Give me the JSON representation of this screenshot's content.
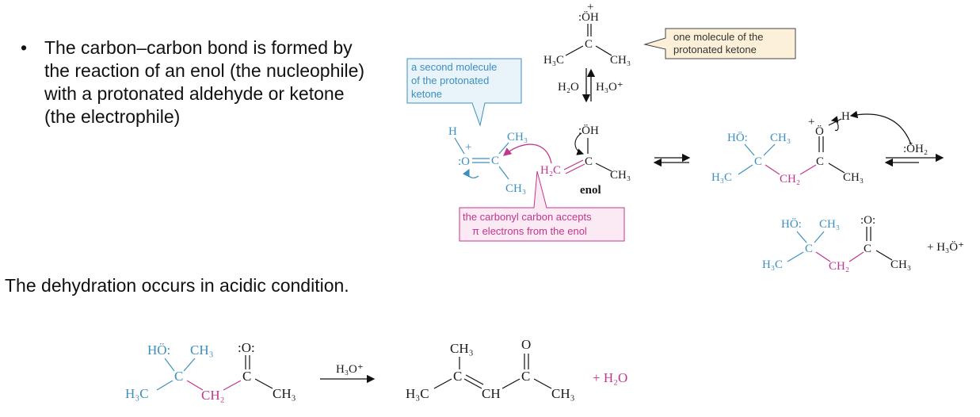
{
  "bullet": {
    "symbol": "•",
    "text": "The carbon–carbon bond is formed by the reaction of an enol (the nucleophile) with a protonated aldehyde or ketone (the electrophile)"
  },
  "dehydration_statement": "The dehydration occurs in acidic condition.",
  "callouts": {
    "one_molecule": [
      "one molecule of the",
      "protonated ketone"
    ],
    "second_molecule": [
      "a second molecule",
      "of the protonated",
      "ketone"
    ],
    "carbonyl_accepts": [
      "the carbonyl carbon accepts",
      "π electrons from the enol"
    ]
  },
  "labels": {
    "enol": "enol",
    "water": "H₂O",
    "hydronium": "H₃O⁺",
    "oxh2": ":ÖH₂",
    "plus_h3o": "+ H₃Ö⁺",
    "plus_h2o": "+ H₂O",
    "h3o_reagent": "H₃O⁺"
  },
  "atoms": {
    "oh_plus": ":ÖH",
    "c": "C",
    "h3c": "H₃C",
    "ch3": "CH₃",
    "h": "H",
    "h2c": "H₂C",
    "ho": "HÖ:",
    "ch2": "CH₂",
    "o_plus": "Ö",
    "o_colon": ":O:",
    "o": "O",
    "ch": "CH",
    "o_eq": ":O",
    "plus": "+"
  }
}
